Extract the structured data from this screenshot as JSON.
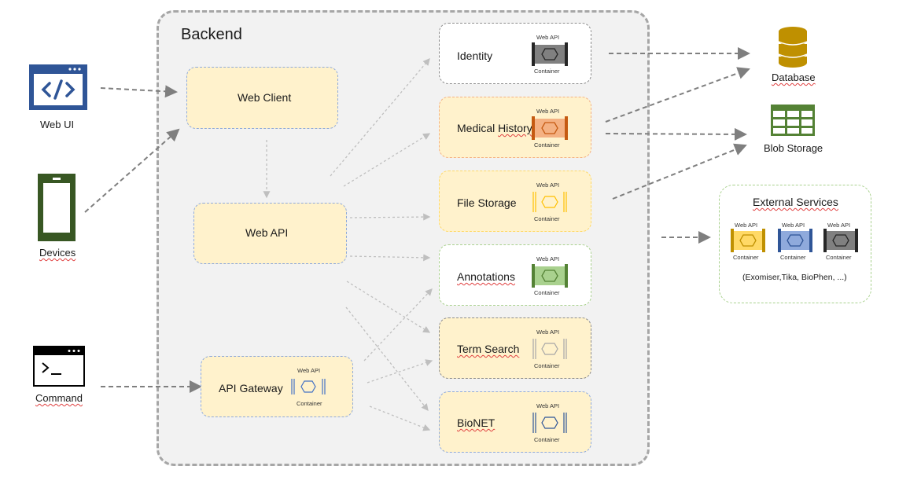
{
  "backend": {
    "title": "Backend"
  },
  "clients": {
    "web_ui": "Web UI",
    "devices": "Devices",
    "command": "Command"
  },
  "nodes": {
    "web_client": "Web Client",
    "web_api": "Web API",
    "api_gateway": "API Gateway"
  },
  "services": [
    {
      "label": "Identity",
      "color": "#808080"
    },
    {
      "label": "Medical History",
      "color": "#f4b183"
    },
    {
      "label": "File Storage",
      "color": "#ffd966"
    },
    {
      "label": "Annotations",
      "color": "#a9d18e"
    },
    {
      "label": "Term Search",
      "color": "#bfbfbf"
    },
    {
      "label": "BioNET",
      "color": "#8faadc"
    }
  ],
  "container": {
    "top": "Web API",
    "bottom": "Container"
  },
  "storage": {
    "database": "Database",
    "blob": "Blob Storage"
  },
  "external": {
    "title": "External Services",
    "note": "(Exomiser,Tika, BioPhen, ...)",
    "containers": [
      {
        "color": "#ffd966"
      },
      {
        "color": "#8faadc"
      },
      {
        "color": "#808080"
      }
    ]
  },
  "colors": {
    "icon_blue": "#2f5597",
    "icon_green": "#385723",
    "database_gold": "#bf9000",
    "blob_green": "#548235"
  }
}
